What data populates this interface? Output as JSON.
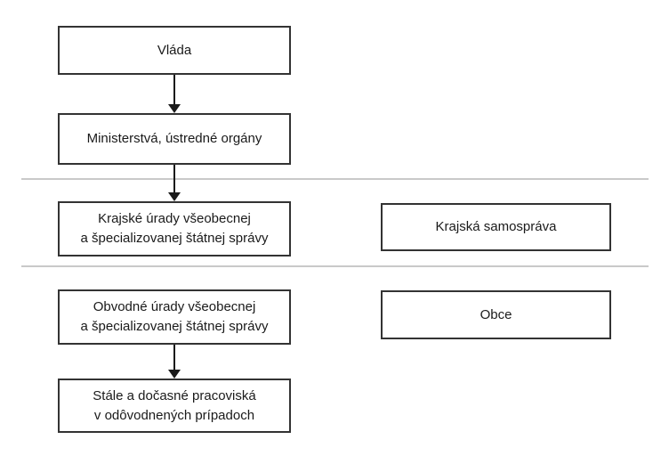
{
  "nodes": {
    "vlada": {
      "label": "Vláda"
    },
    "ministerstva": {
      "label": "Ministerstvá, ústredné orgány"
    },
    "krajske_urady": {
      "line1": "Krajské úrady všeobecnej",
      "line2": "a špecializovanej štátnej správy"
    },
    "krajska_samosprava": {
      "label": "Krajská samospráva"
    },
    "obvodne_urady": {
      "line1": "Obvodné úrady všeobecnej",
      "line2": "a špecializovanej štátnej správy"
    },
    "obce": {
      "label": "Obce"
    },
    "stale_pracoviska": {
      "line1": "Stále a dočasné pracoviská",
      "line2": "v odôvodnených prípadoch"
    }
  },
  "colors": {
    "background": "#ffffff",
    "box_border": "#333333",
    "text": "#1a1a1a",
    "divider": "#c9c9c9",
    "arrow": "#1a1a1a"
  }
}
